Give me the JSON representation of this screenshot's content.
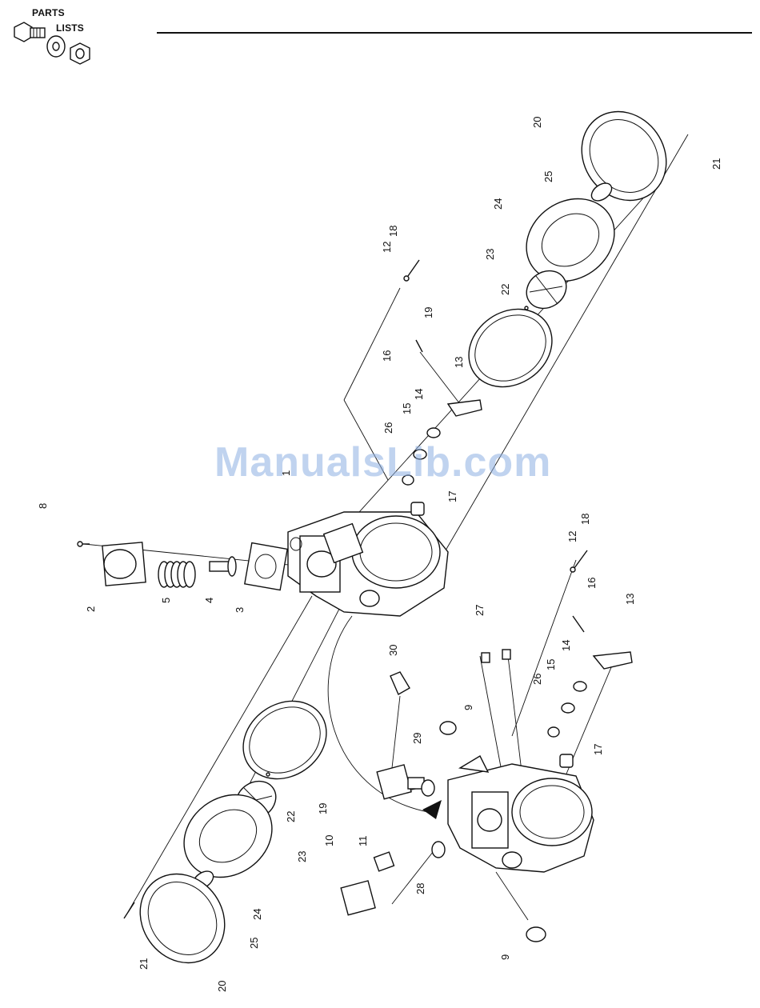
{
  "header": {
    "logo_line1": "PARTS",
    "logo_line2": "LISTS",
    "logo_icon": "bolt-washer-nut-icon"
  },
  "watermark": "ManualsLib.com",
  "callouts": {
    "upper": [
      "20",
      "21",
      "25",
      "24",
      "23",
      "22",
      "19",
      "12",
      "18",
      "16",
      "13",
      "14",
      "15",
      "26",
      "17",
      "1",
      "8",
      "2",
      "5",
      "4",
      "3"
    ],
    "lower": [
      "12",
      "18",
      "16",
      "13",
      "27",
      "14",
      "15",
      "26",
      "30",
      "9",
      "17",
      "29",
      "10",
      "11",
      "28",
      "9",
      "19",
      "22",
      "23",
      "24",
      "25",
      "21",
      "20"
    ]
  }
}
